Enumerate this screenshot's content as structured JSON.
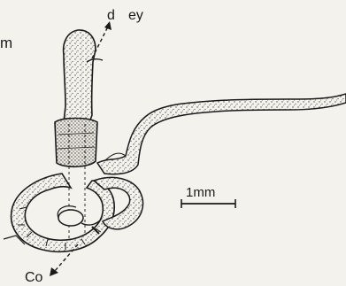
{
  "labels": {
    "top_left": "m",
    "d_label": "d",
    "ey_label": "ey",
    "scale": "1mm",
    "co_label": "Co"
  },
  "colors": {
    "background": "#f3f2ec",
    "ink": "#1a1a1a",
    "stipple": "#4a4a4a"
  }
}
